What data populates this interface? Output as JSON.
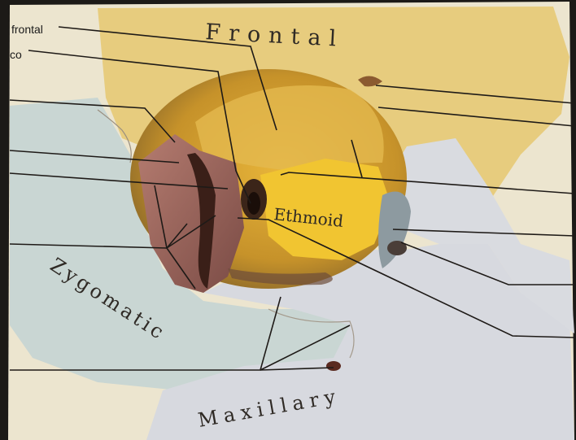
{
  "labels": {
    "frontal_edge": "frontal",
    "partial_edge": "co",
    "frontal_bone": "Frontal",
    "ethmoid_bone": "Ethmoid",
    "zygomatic_bone": "Zygomatic",
    "maxillary_bone": "Maxillary"
  },
  "colors": {
    "background": "#1c1a17",
    "paper": "#ece5cf",
    "frontal": "#e6c870",
    "ethmoid": "#f1c531",
    "zygomatic": "#c9d6d3",
    "maxillary": "#d7d9df",
    "lacrimal": "#a26b62",
    "leader": "#1e1a17"
  }
}
